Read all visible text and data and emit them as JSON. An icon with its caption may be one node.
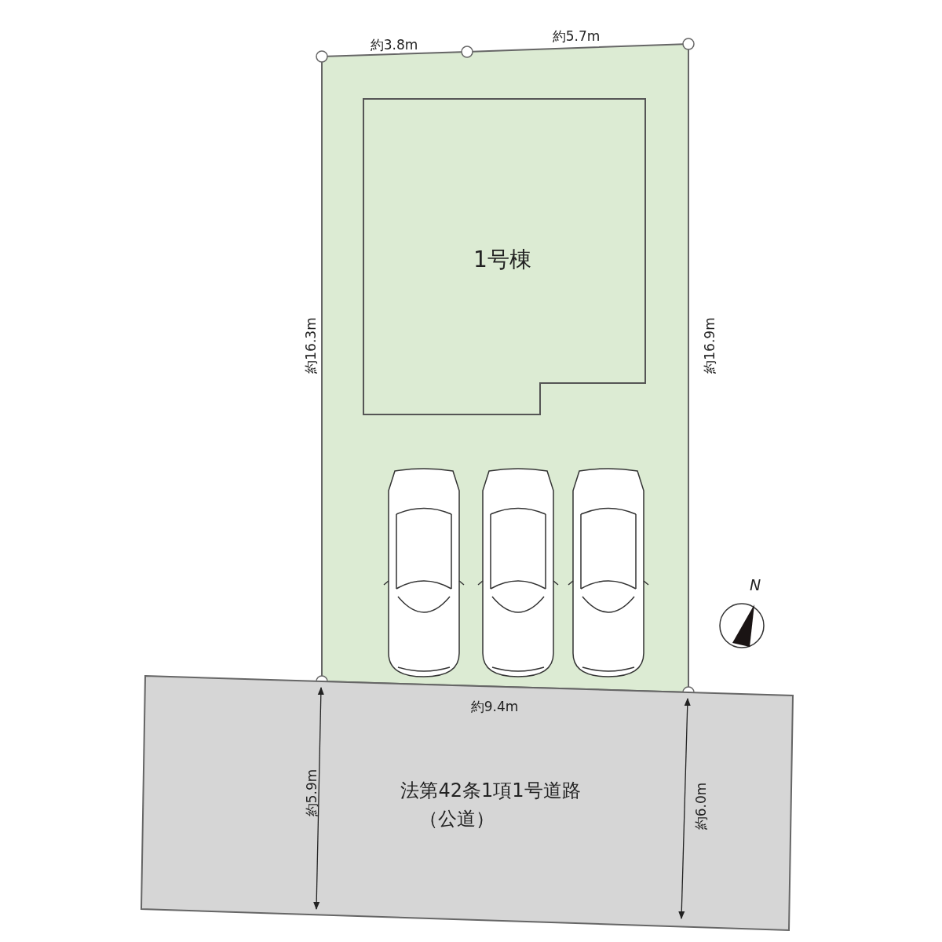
{
  "diagram": {
    "nodes": [
      {
        "text": [
          "1号棟"
        ]
      },
      {
        "text": [
          "法第42条1項1号道路",
          "（公道）"
        ]
      }
    ],
    "edges": [],
    "labels": [
      "約3.8m",
      "約5.7m",
      "約16.3m",
      "約16.9m",
      "N",
      "約9.4m",
      "約5.9m",
      "約6.0m"
    ]
  }
}
